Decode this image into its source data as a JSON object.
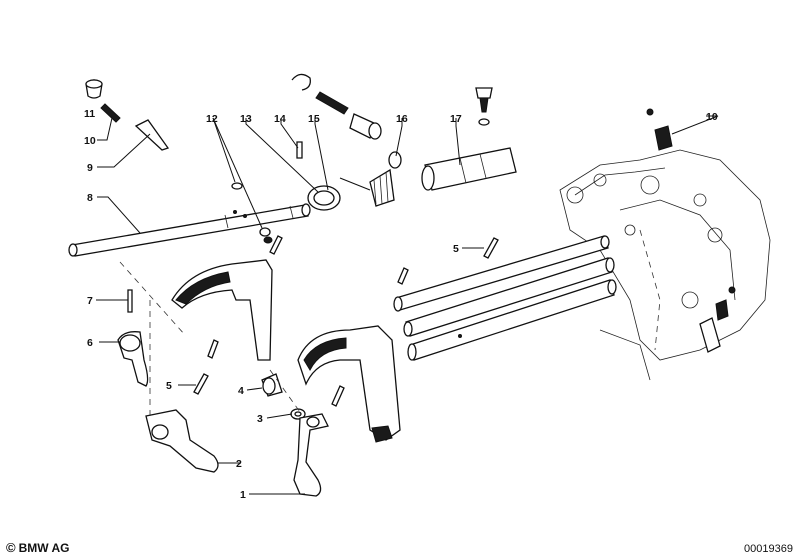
{
  "callouts": [
    {
      "id": "c1",
      "text": "1"
    },
    {
      "id": "c2",
      "text": "2"
    },
    {
      "id": "c3",
      "text": "3"
    },
    {
      "id": "c4",
      "text": "4"
    },
    {
      "id": "c5a",
      "text": "5"
    },
    {
      "id": "c5b",
      "text": "5"
    },
    {
      "id": "c6",
      "text": "6"
    },
    {
      "id": "c7",
      "text": "7"
    },
    {
      "id": "c8",
      "text": "8"
    },
    {
      "id": "c9",
      "text": "9"
    },
    {
      "id": "c10a",
      "text": "10"
    },
    {
      "id": "c10b",
      "text": "10"
    },
    {
      "id": "c11",
      "text": "11"
    },
    {
      "id": "c12",
      "text": "12"
    },
    {
      "id": "c13",
      "text": "13"
    },
    {
      "id": "c14",
      "text": "14"
    },
    {
      "id": "c15",
      "text": "15"
    },
    {
      "id": "c16",
      "text": "16"
    },
    {
      "id": "c17",
      "text": "17"
    }
  ],
  "footer": {
    "copyright_symbol": "©",
    "brand": "BMW AG",
    "diagram_number": "00019369"
  }
}
